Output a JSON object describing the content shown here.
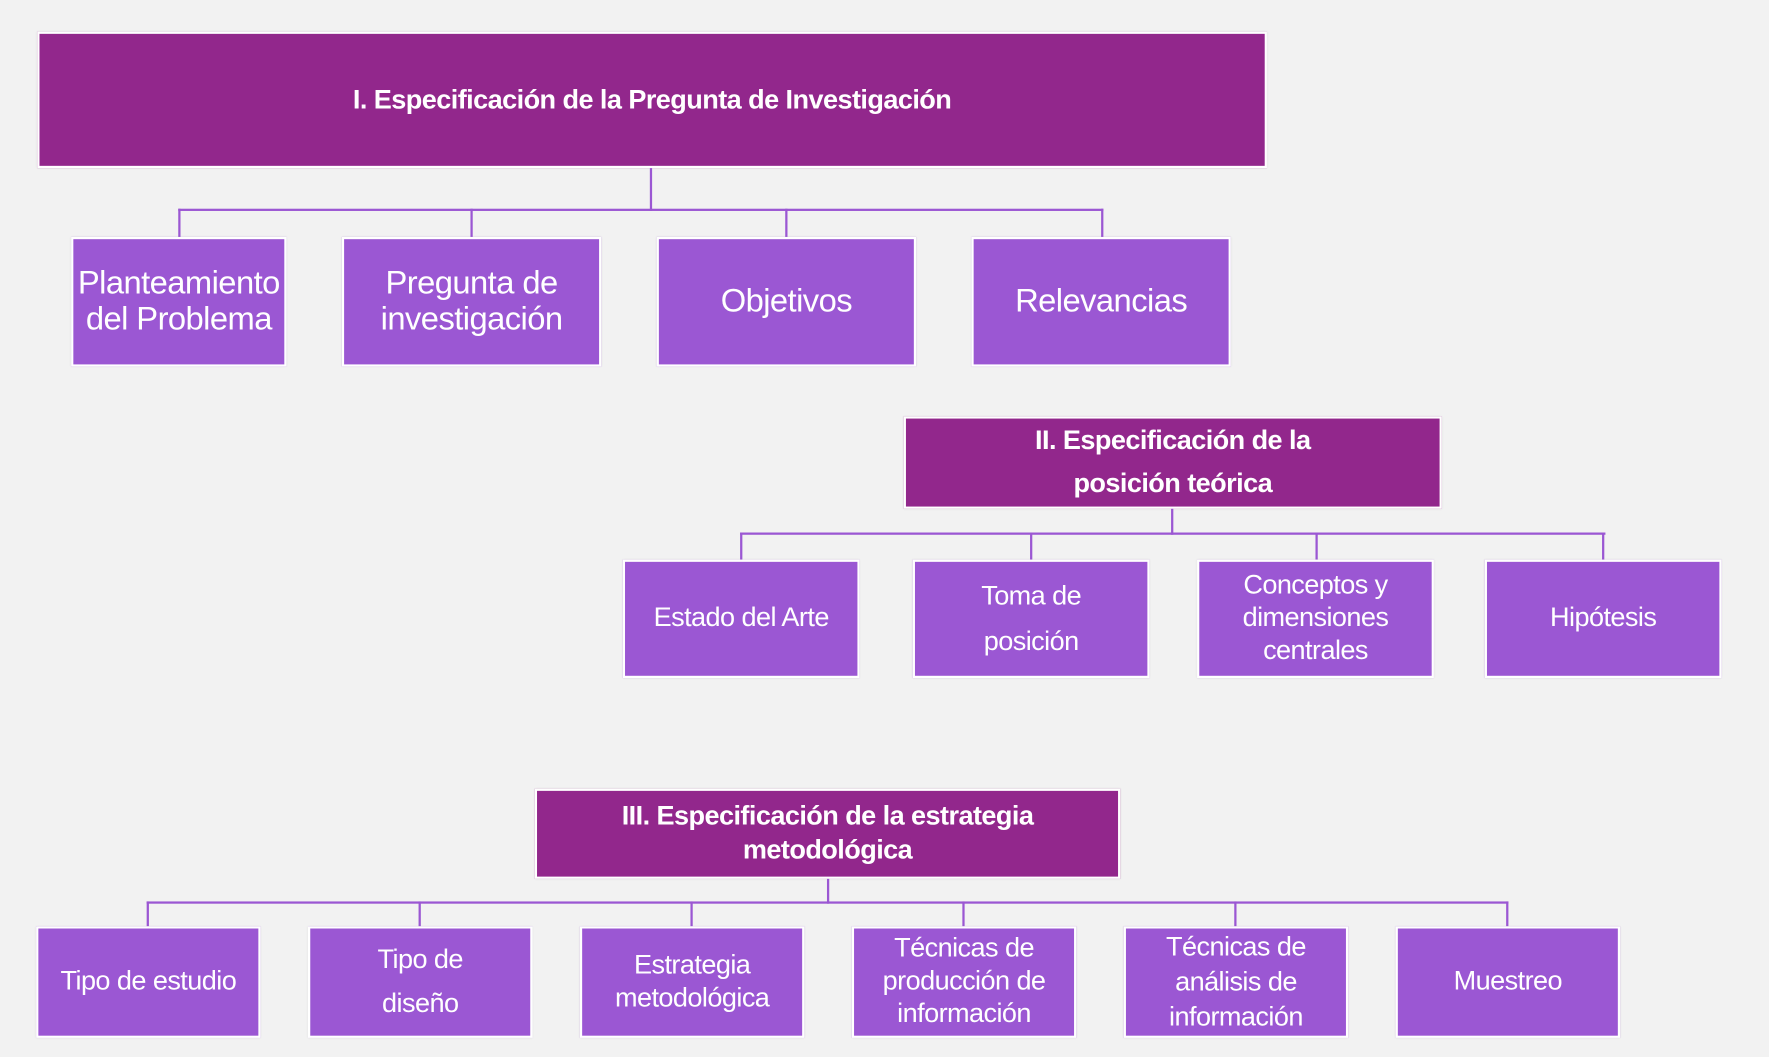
{
  "sections": [
    {
      "title": "I. Especificación de la Pregunta de Investigación",
      "children": [
        "Planteamiento\ndel Problema",
        "Pregunta de\ninvestigación",
        "Objetivos",
        "Relevancias"
      ]
    },
    {
      "title": "II. Especificación de la\nposición teórica",
      "children": [
        "Estado del Arte",
        "Toma de\nposición",
        "Conceptos  y\ndimensiones\ncentrales",
        "Hipótesis"
      ]
    },
    {
      "title": "III. Especificación de la estrategia\nmetodológica",
      "children": [
        "Tipo de estudio",
        "Tipo de\ndiseño",
        "Estrategia\nmetodológica",
        "Técnicas de\nproducción de\ninformación",
        "Técnicas de\nanálisis de\ninformación",
        "Muestreo"
      ]
    }
  ],
  "colors": {
    "header": "#92278c",
    "child": "#9b57d3",
    "background": "#f2f2f2"
  }
}
